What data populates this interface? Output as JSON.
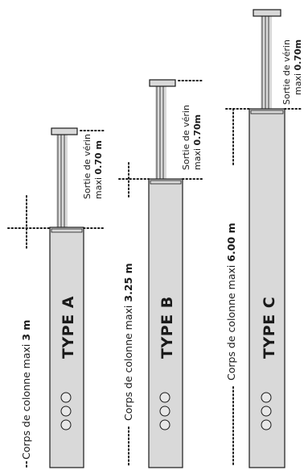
{
  "columns": [
    {
      "name": "TYPE A",
      "body_label_prefix": "Corps de colonne maxi ",
      "body_label_value": "3 m",
      "stroke_label_line1": "Sortie de vérin",
      "stroke_label_line2_prefix": "maxi ",
      "stroke_label_line2_value": "0.70 m"
    },
    {
      "name": "TYPE B",
      "body_label_prefix": "Corps de colonne maxi ",
      "body_label_value": "3.25 m",
      "stroke_label_line1": "Sortie de vérin",
      "stroke_label_line2_prefix": "maxi ",
      "stroke_label_line2_value": "0.70m"
    },
    {
      "name": "TYPE C",
      "body_label_prefix": "Corps de colonne maxi ",
      "body_label_value": "6.00 m",
      "stroke_label_line1": "Sortie de vérin",
      "stroke_label_line2_prefix": "maxi ",
      "stroke_label_line2_value": "0.70m"
    }
  ]
}
